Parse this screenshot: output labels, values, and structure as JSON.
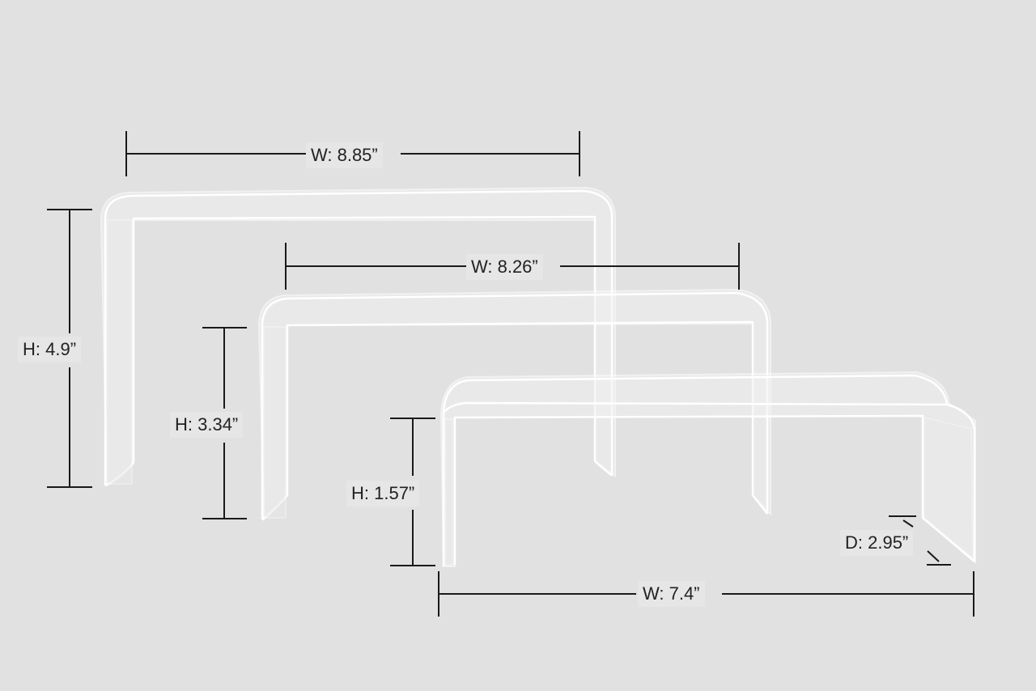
{
  "dimensions": {
    "large_width": "W: 8.85”",
    "large_height": "H: 4.9”",
    "medium_width": "W: 8.26”",
    "medium_height": "H: 3.34”",
    "small_height": "H: 1.57”",
    "small_depth": "D: 2.95”",
    "small_width": "W: 7.4”"
  },
  "colors": {
    "background": "#e1e1e1",
    "dimension_line": "#1a1a1a",
    "acrylic": "#f1f1f1"
  }
}
